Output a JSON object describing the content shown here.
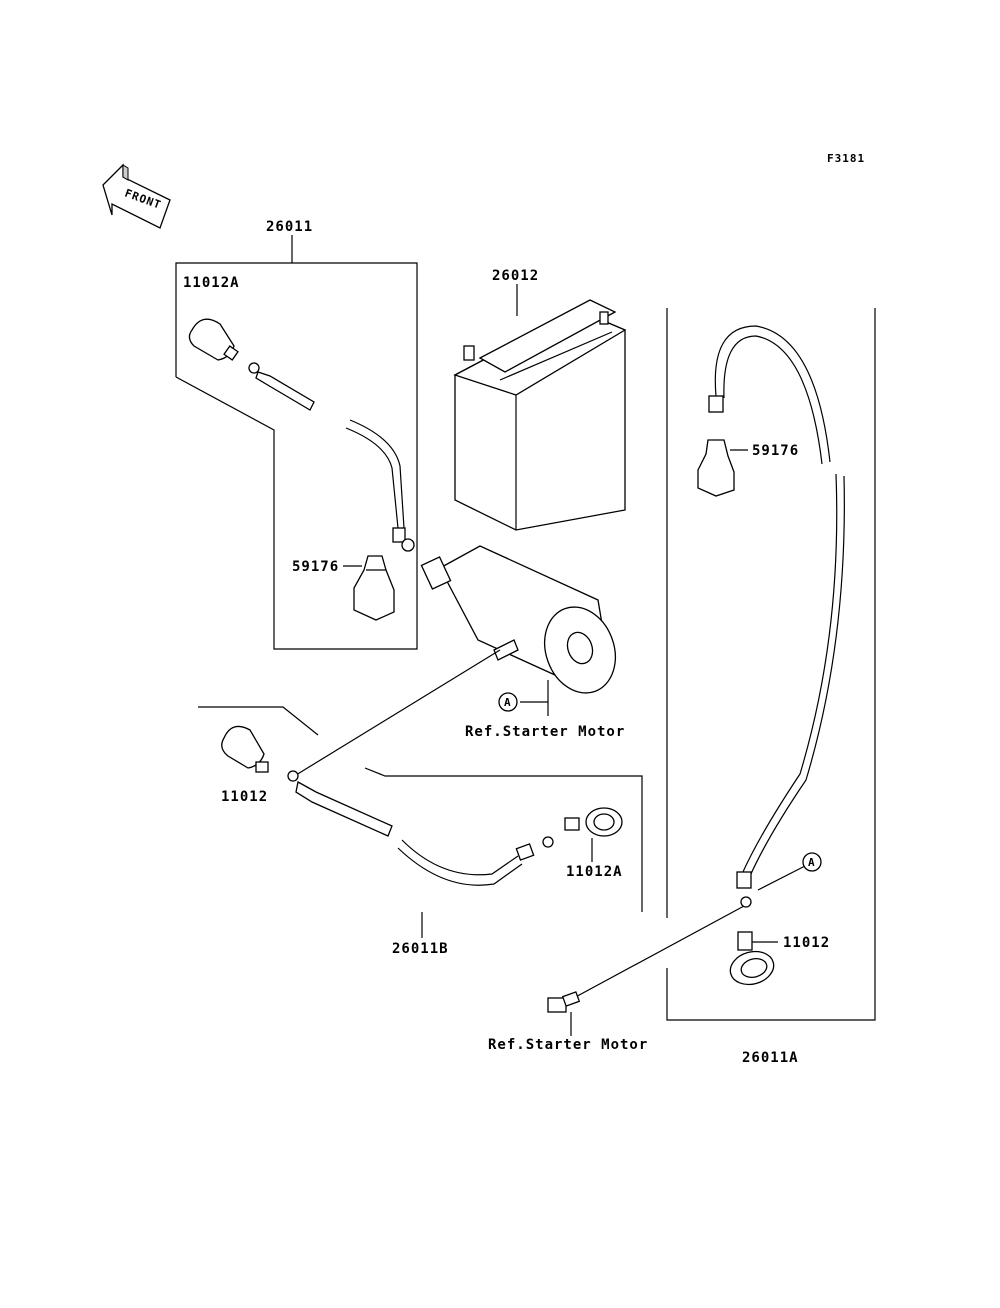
{
  "figure_id": "F3181",
  "front_label": "FRONT",
  "labels": {
    "cable_assembly": "26011",
    "cap_a_top": "11012A",
    "battery": "26012",
    "boot_left": "59176",
    "boot_right": "59176",
    "cap_left": "11012",
    "cap_a_bottom": "11012A",
    "cable_b": "26011B",
    "cap_right": "11012",
    "cable_a": "26011A",
    "ref_starter_1": "Ref.Starter Motor",
    "ref_starter_2": "Ref.Starter Motor",
    "marker_a_1": "A",
    "marker_a_2": "A"
  }
}
